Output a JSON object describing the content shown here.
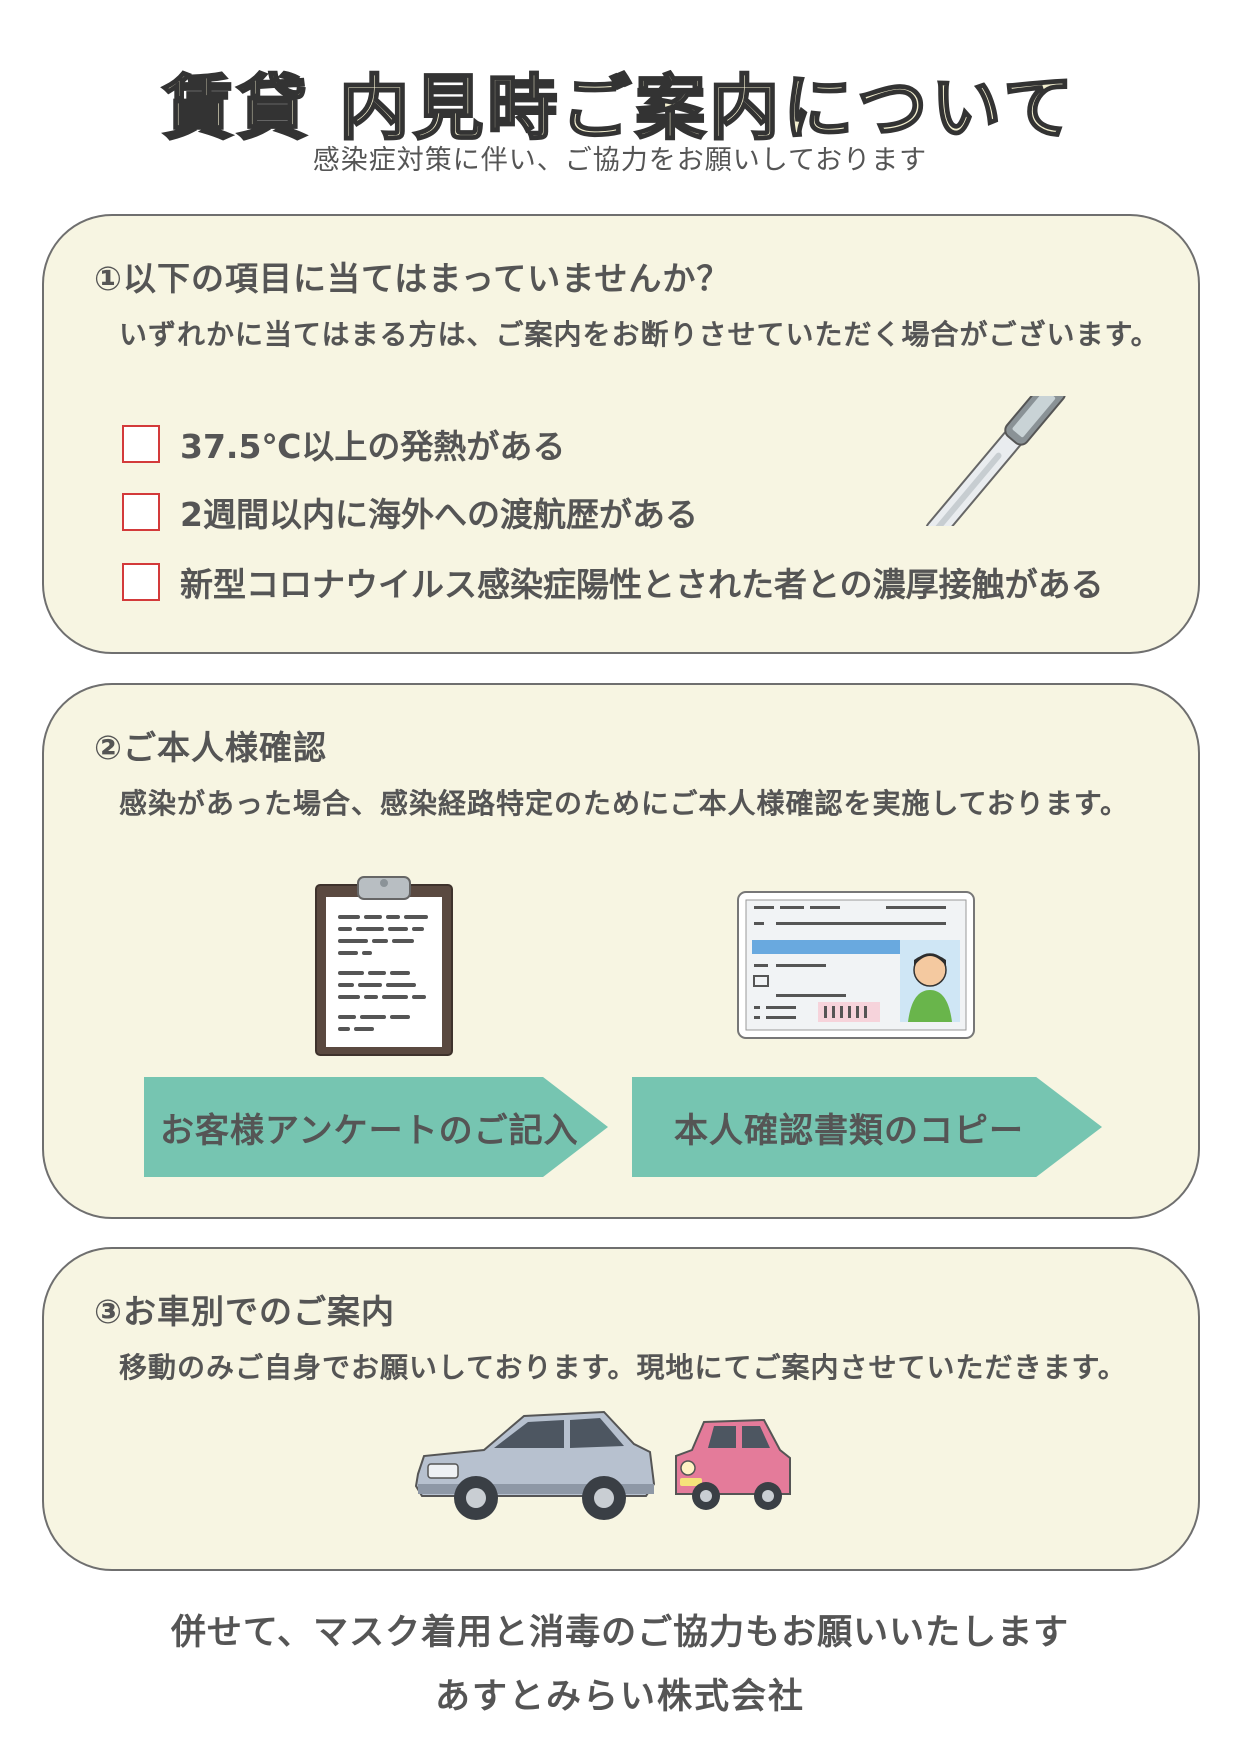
{
  "header": {
    "title": "賃貸 内見時ご案内について",
    "subtitle": "感染症対策に伴い、ご協力をお願いしております"
  },
  "section1": {
    "heading": "①以下の項目に当てはまっていませんか？",
    "description": "いずれかに当てはまる方は、ご案内をお断りさせていただく場合がございます。",
    "items": [
      {
        "label": "37.5℃以上の発熱がある"
      },
      {
        "label": "2週間以内に海外への渡航歴がある"
      },
      {
        "label": "新型コロナウイルス感染症陽性とされた者との濃厚接触がある"
      }
    ],
    "illustration": "thermometer-icon"
  },
  "section2": {
    "heading": "②ご本人様確認",
    "description": "感染があった場合、感染経路特定のためにご本人様確認を実施しております。",
    "steps": [
      {
        "label": "お客様アンケートのご記入",
        "illustration": "clipboard-icon"
      },
      {
        "label": "本人確認書類のコピー",
        "illustration": "id-card-icon"
      }
    ]
  },
  "section3": {
    "heading": "③お車別でのご案内",
    "description": "移動のみご自身でお願いしております。現地にてご案内させていただきます。",
    "illustration": "cars-icon"
  },
  "footer": {
    "note": "併せて、マスク着用と消毒のご協力もお願いいたします",
    "company": "あすとみらい株式会社"
  },
  "colors": {
    "panel_bg": "#f7f5e2",
    "panel_border": "#6f6f6f",
    "checkbox_border": "#d33a3a",
    "banner": "#76c5b1",
    "text": "#555555"
  }
}
